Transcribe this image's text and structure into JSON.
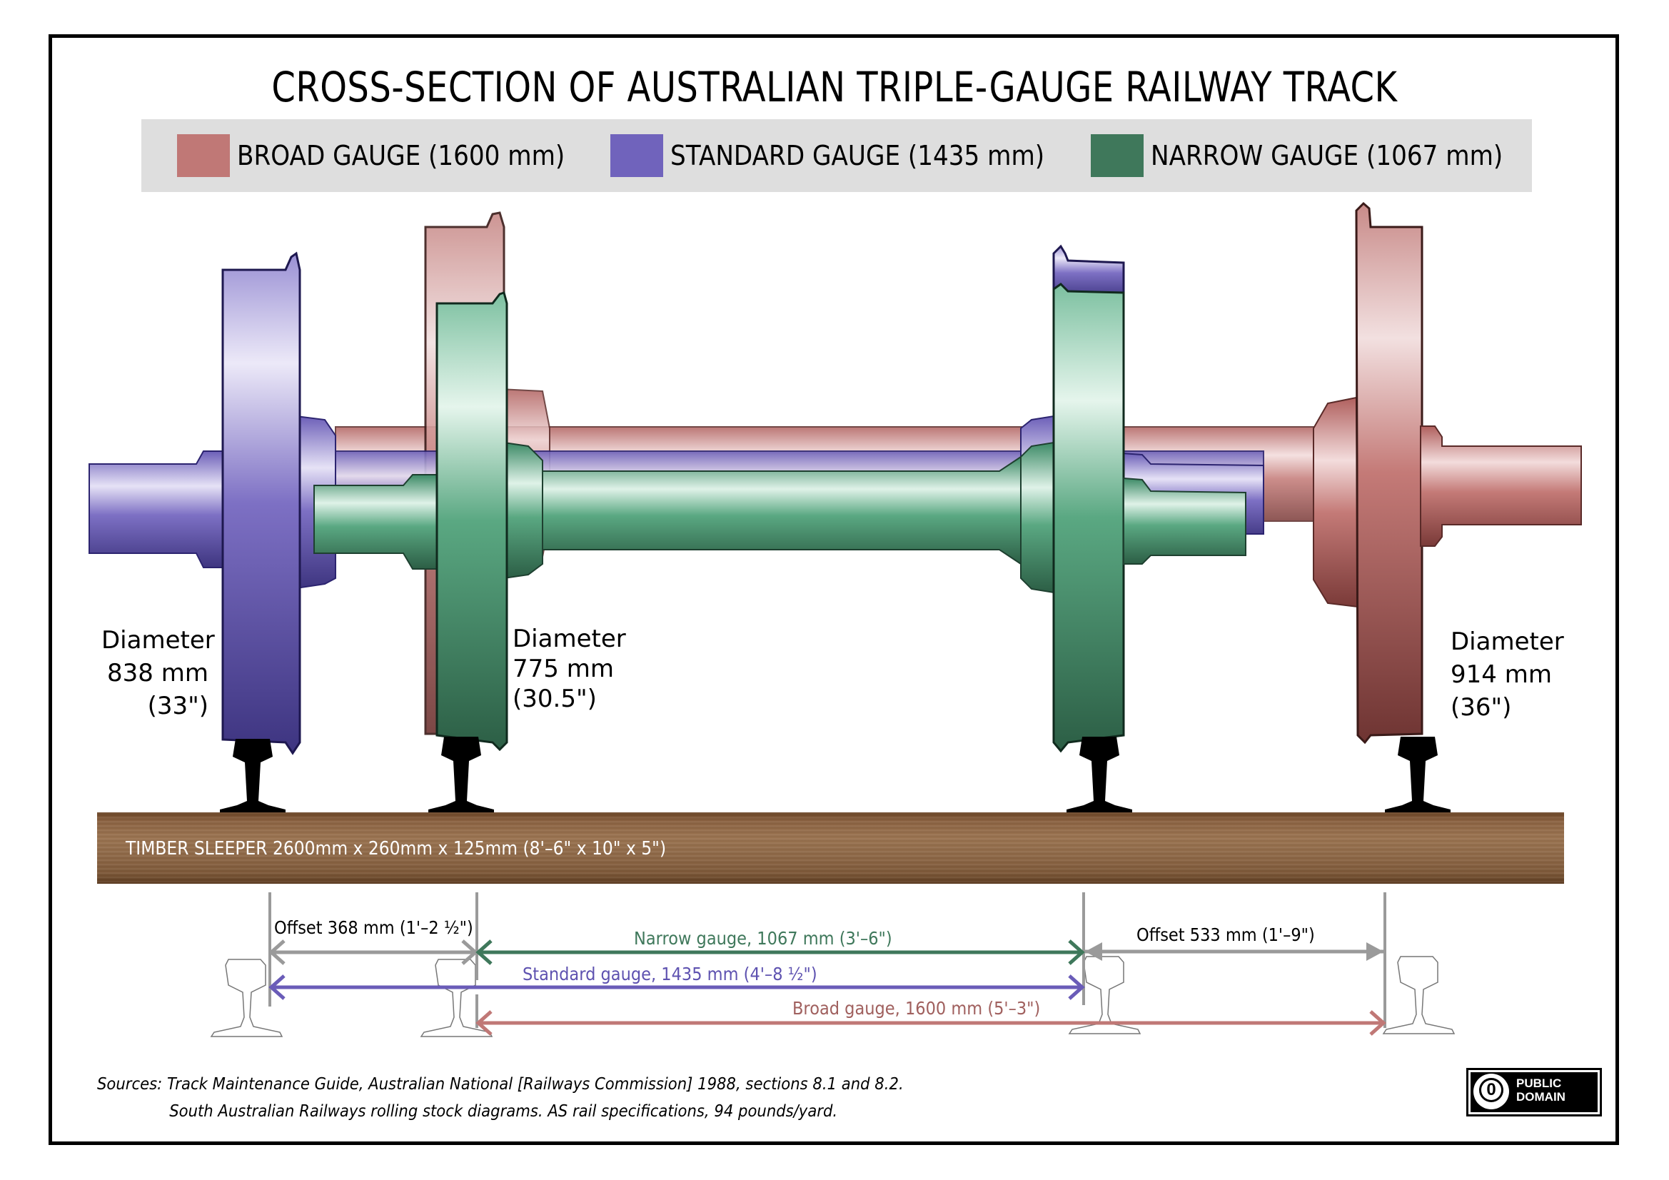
{
  "title": "CROSS-SECTION OF AUSTRALIAN TRIPLE-GAUGE RAILWAY TRACK",
  "legend": [
    {
      "label": "BROAD GAUGE (1600 mm)",
      "color": "#c07876"
    },
    {
      "label": "STANDARD GAUGE (1435 mm)",
      "color": "#7063bc"
    },
    {
      "label": "NARROW GAUGE (1067 mm)",
      "color": "#3f785b"
    }
  ],
  "wheels": {
    "standard": {
      "line1": "Diameter",
      "line2": "838 mm",
      "line3": "(33\")"
    },
    "narrow": {
      "line1": "Diameter",
      "line2": "775 mm",
      "line3": "(30.5\")"
    },
    "broad": {
      "line1": "Diameter",
      "line2": "914 mm",
      "line3": "(36\")"
    }
  },
  "sleeper": {
    "label": "TIMBER SLEEPER 2600mm x 260mm x 125mm (8'–6\" x  10\" x 5\")"
  },
  "dimensions": {
    "offset_left": "Offset 368 mm (1'–2 ½\")",
    "narrow": "Narrow gauge, 1067 mm (3'–6\")",
    "standard": "Standard gauge, 1435 mm (4'–8 ½\")",
    "broad": "Broad gauge, 1600 mm (5'–3\")",
    "offset_right": "Offset 533 mm (1'–9\")"
  },
  "colors": {
    "broad": "#c07876",
    "standard": "#6a5cb8",
    "narrow": "#3f785b",
    "offset": "#9a9a9a",
    "broad_text": "#a0605e",
    "standard_text": "#5e52b0",
    "narrow_text": "#3f785b"
  },
  "sources": {
    "line1": "Sources:  Track Maintenance Guide, Australian National [Railways Commission] 1988, sections 8.1 and 8.2.",
    "line2": "South Australian Railways rolling stock diagrams.  AS rail specifications, 94 pounds/yard."
  },
  "badge": {
    "symbol": "0",
    "line1": "PUBLIC",
    "line2": "DOMAIN"
  }
}
